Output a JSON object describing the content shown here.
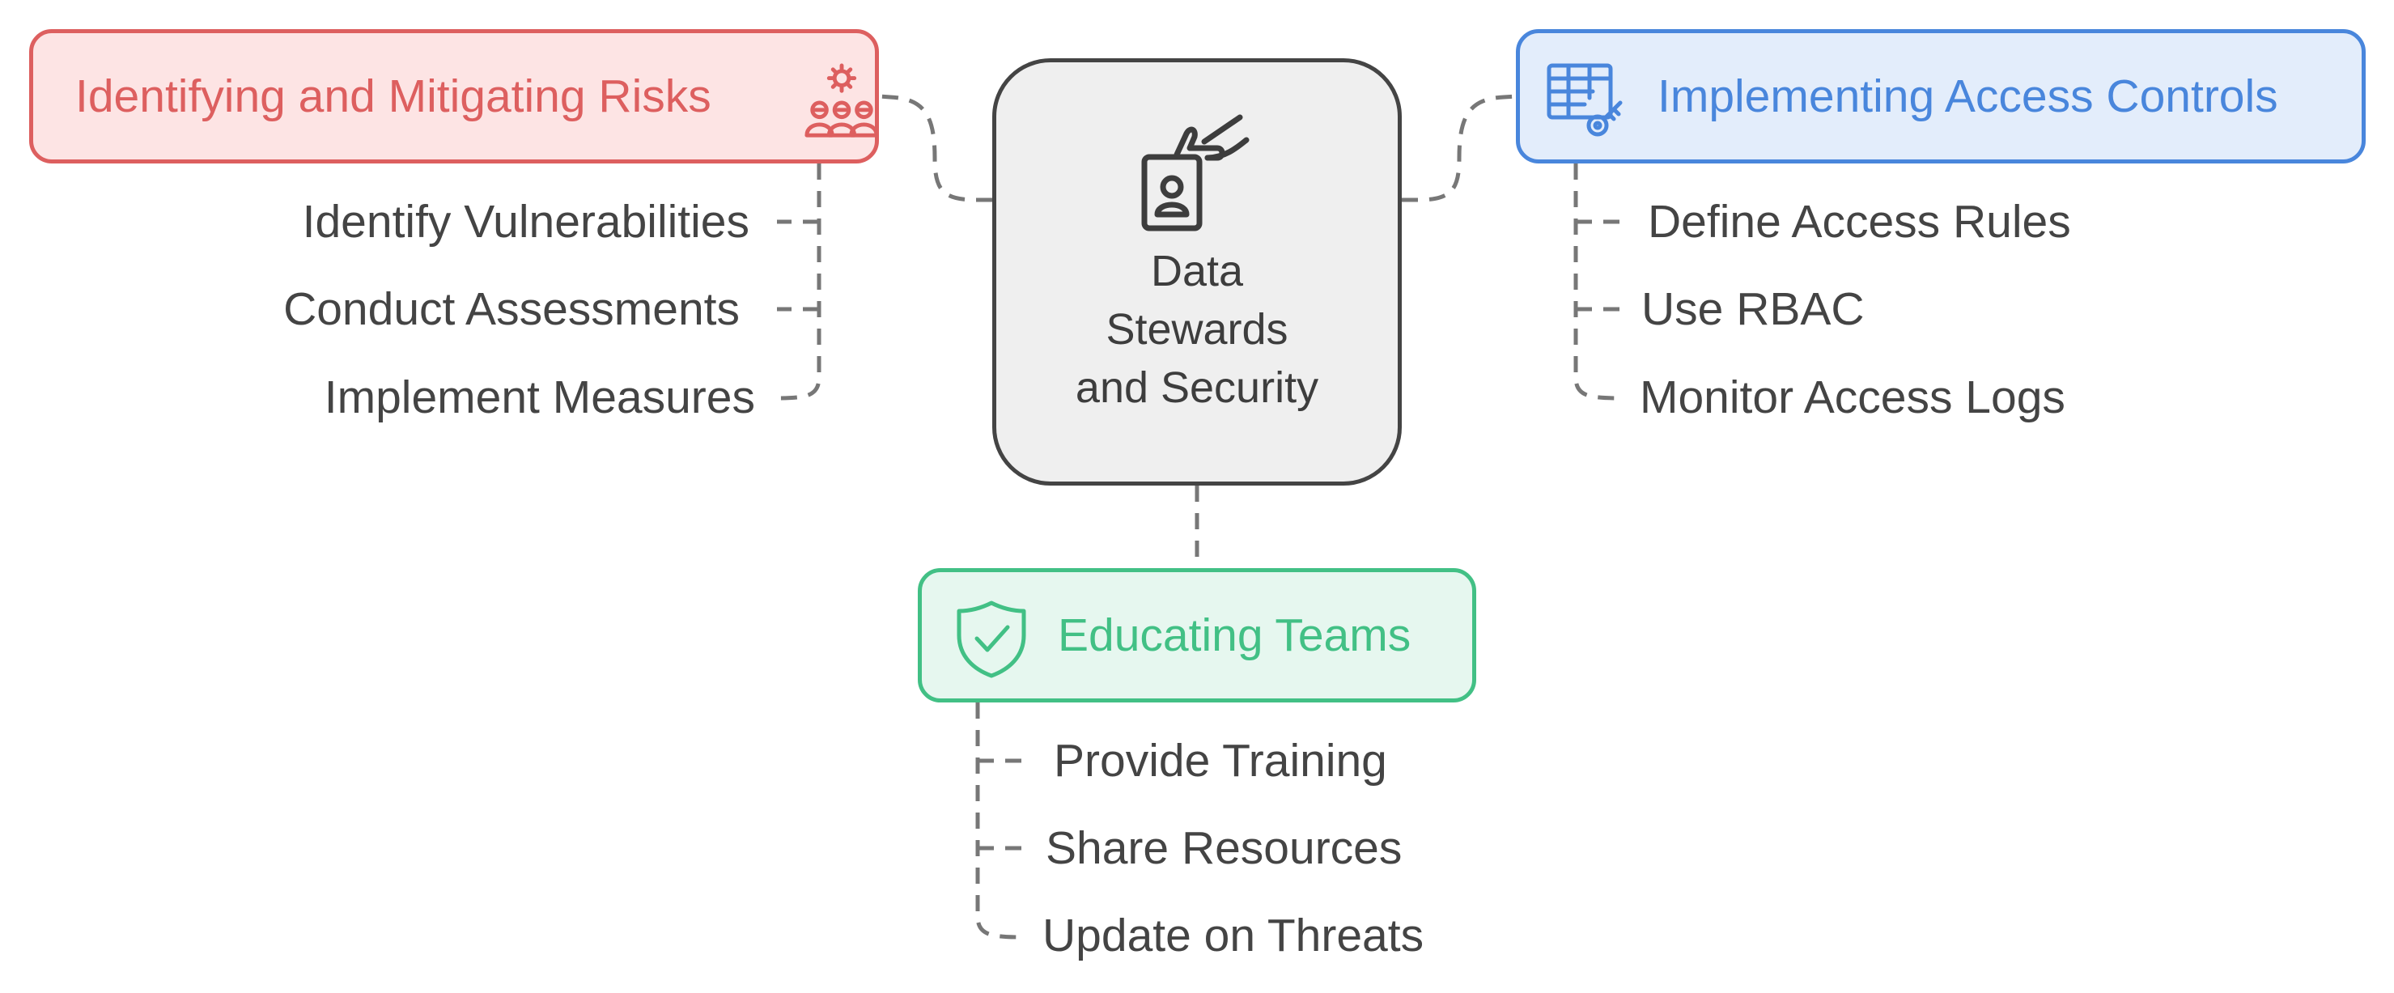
{
  "central": {
    "title": "Data\nStewards\nand Security",
    "icon": "id-card-hand-icon"
  },
  "branches": {
    "risks": {
      "title": "Identifying and Mitigating Risks",
      "icon": "risk-people-icon",
      "color": "#dd5f5f",
      "fill": "#fde4e4",
      "items": [
        "Identify Vulnerabilities",
        "Conduct Assessments",
        "Implement Measures"
      ]
    },
    "access": {
      "title": "Implementing Access Controls",
      "icon": "table-key-icon",
      "color": "#4986dc",
      "fill": "#e3edfb",
      "items": [
        "Define Access Rules",
        "Use RBAC",
        "Monitor Access Logs"
      ]
    },
    "education": {
      "title": "Educating Teams",
      "icon": "shield-check-icon",
      "color": "#42c085",
      "fill": "#e6f7ef",
      "items": [
        "Provide Training",
        "Share Resources",
        "Update on Threats"
      ]
    }
  }
}
